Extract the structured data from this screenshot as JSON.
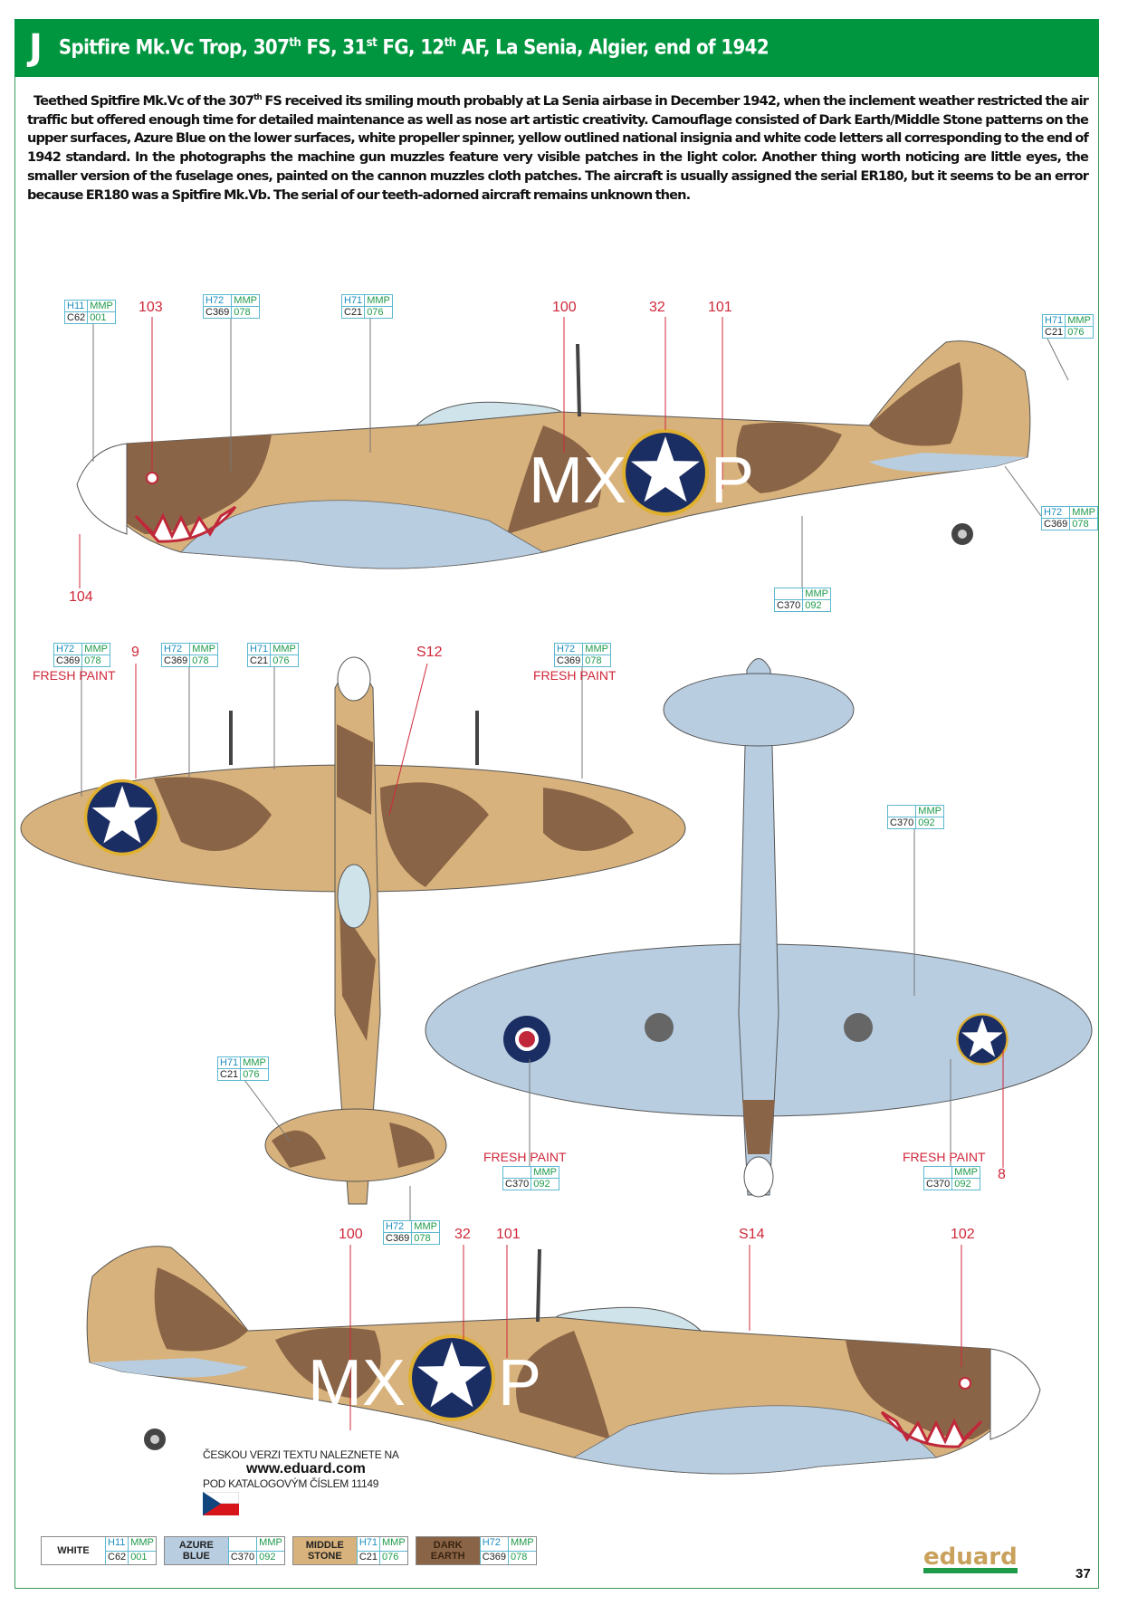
{
  "header": {
    "letter": "J",
    "title": [
      "Spitfire Mk.Vc Trop, 307",
      "th",
      " FS, 31",
      "st",
      " FG, 12",
      "th",
      " AF, La Senia, Algier, end of 1942"
    ]
  },
  "description": [
    "Teethed Spitfire Mk.Vc of the 307",
    "th",
    " FS received its smiling mouth probably at La Senia airbase in December 1942, when the inclement weather restricted the air traffic but offered enough time for detailed maintenance as well as nose art artistic creativity. Camouflage consisted of Dark Earth/Middle Stone patterns on the upper surfaces, Azure Blue on the lower surfaces, white propeller spinner, yellow outlined national insignia and white code letters all corresponding to the end of 1942 standard. In the photographs the machine gun muzzles feature very visible patches in the light color. Another thing worth noticing are little eyes, the smaller version of the fuselage ones, painted on the cannon muzzles cloth patches. The aircraft is usually assigned the serial ER180, but it seems to be an error because ER180 was a Spitfire Mk.Vb. The serial of our teeth-adorned aircraft remains unknown then."
  ],
  "aircraft": {
    "codes_left": "MX",
    "codes_right": "P"
  },
  "colors": {
    "middle_stone": "#d8b27c",
    "dark_earth": "#8a6446",
    "azure_blue": "#b8cde0",
    "insignia_blue": "#1b2e63",
    "insignia_yellow": "#e0b030",
    "header_green": "#00963f",
    "callout_red": "#d0283a"
  },
  "callouts": [
    {
      "h": "H11",
      "m": "MMP",
      "c": "C62",
      "n": "001"
    },
    {
      "h": "H72",
      "m": "MMP",
      "c": "C369",
      "n": "078"
    },
    {
      "h": "H71",
      "m": "MMP",
      "c": "C21",
      "n": "076"
    },
    {
      "h": "H71",
      "m": "MMP",
      "c": "C21",
      "n": "076"
    },
    {
      "h": "H72",
      "m": "MMP",
      "c": "C369",
      "n": "078"
    },
    {
      "h": "",
      "m": "MMP",
      "c": "C370",
      "n": "092"
    },
    {
      "h": "H72",
      "m": "MMP",
      "c": "C369",
      "n": "078"
    },
    {
      "h": "H72",
      "m": "MMP",
      "c": "C369",
      "n": "078"
    },
    {
      "h": "H71",
      "m": "MMP",
      "c": "C21",
      "n": "076"
    },
    {
      "h": "H72",
      "m": "MMP",
      "c": "C369",
      "n": "078"
    },
    {
      "h": "",
      "m": "MMP",
      "c": "C370",
      "n": "092"
    },
    {
      "h": "H71",
      "m": "MMP",
      "c": "C21",
      "n": "076"
    },
    {
      "h": "",
      "m": "MMP",
      "c": "C370",
      "n": "092"
    },
    {
      "h": "",
      "m": "MMP",
      "c": "C370",
      "n": "092"
    },
    {
      "h": "H72",
      "m": "MMP",
      "c": "C369",
      "n": "078"
    }
  ],
  "stencil_numbers": [
    "103",
    "100",
    "32",
    "101",
    "104",
    "9",
    "S12",
    "8",
    "100",
    "32",
    "101",
    "S14",
    "102"
  ],
  "fresh_paint": [
    "FRESH PAINT",
    "FRESH PAINT",
    "FRESH PAINT",
    "FRESH PAINT"
  ],
  "czech_note": {
    "line1": "ČESKOU VERZI TEXTU NALEZNETE NA",
    "url": "www.eduard.com",
    "line2": "POD KATALOGOVÝM ČÍSLEM 11149"
  },
  "legend": [
    {
      "name": "WHITE",
      "h": "H11",
      "m": "MMP",
      "c": "C62",
      "n": "001",
      "swatch": "#ffffff"
    },
    {
      "name": "AZURE BLUE",
      "h": "",
      "m": "MMP",
      "c": "C370",
      "n": "092",
      "swatch": "#b8cde0"
    },
    {
      "name": "MIDDLE STONE",
      "h": "H71",
      "m": "MMP",
      "c": "C21",
      "n": "076",
      "swatch": "#d8b27c"
    },
    {
      "name": "DARK EARTH",
      "h": "H72",
      "m": "MMP",
      "c": "C369",
      "n": "078",
      "swatch": "#8a6446"
    }
  ],
  "logo": "eduard",
  "page_number": "37"
}
